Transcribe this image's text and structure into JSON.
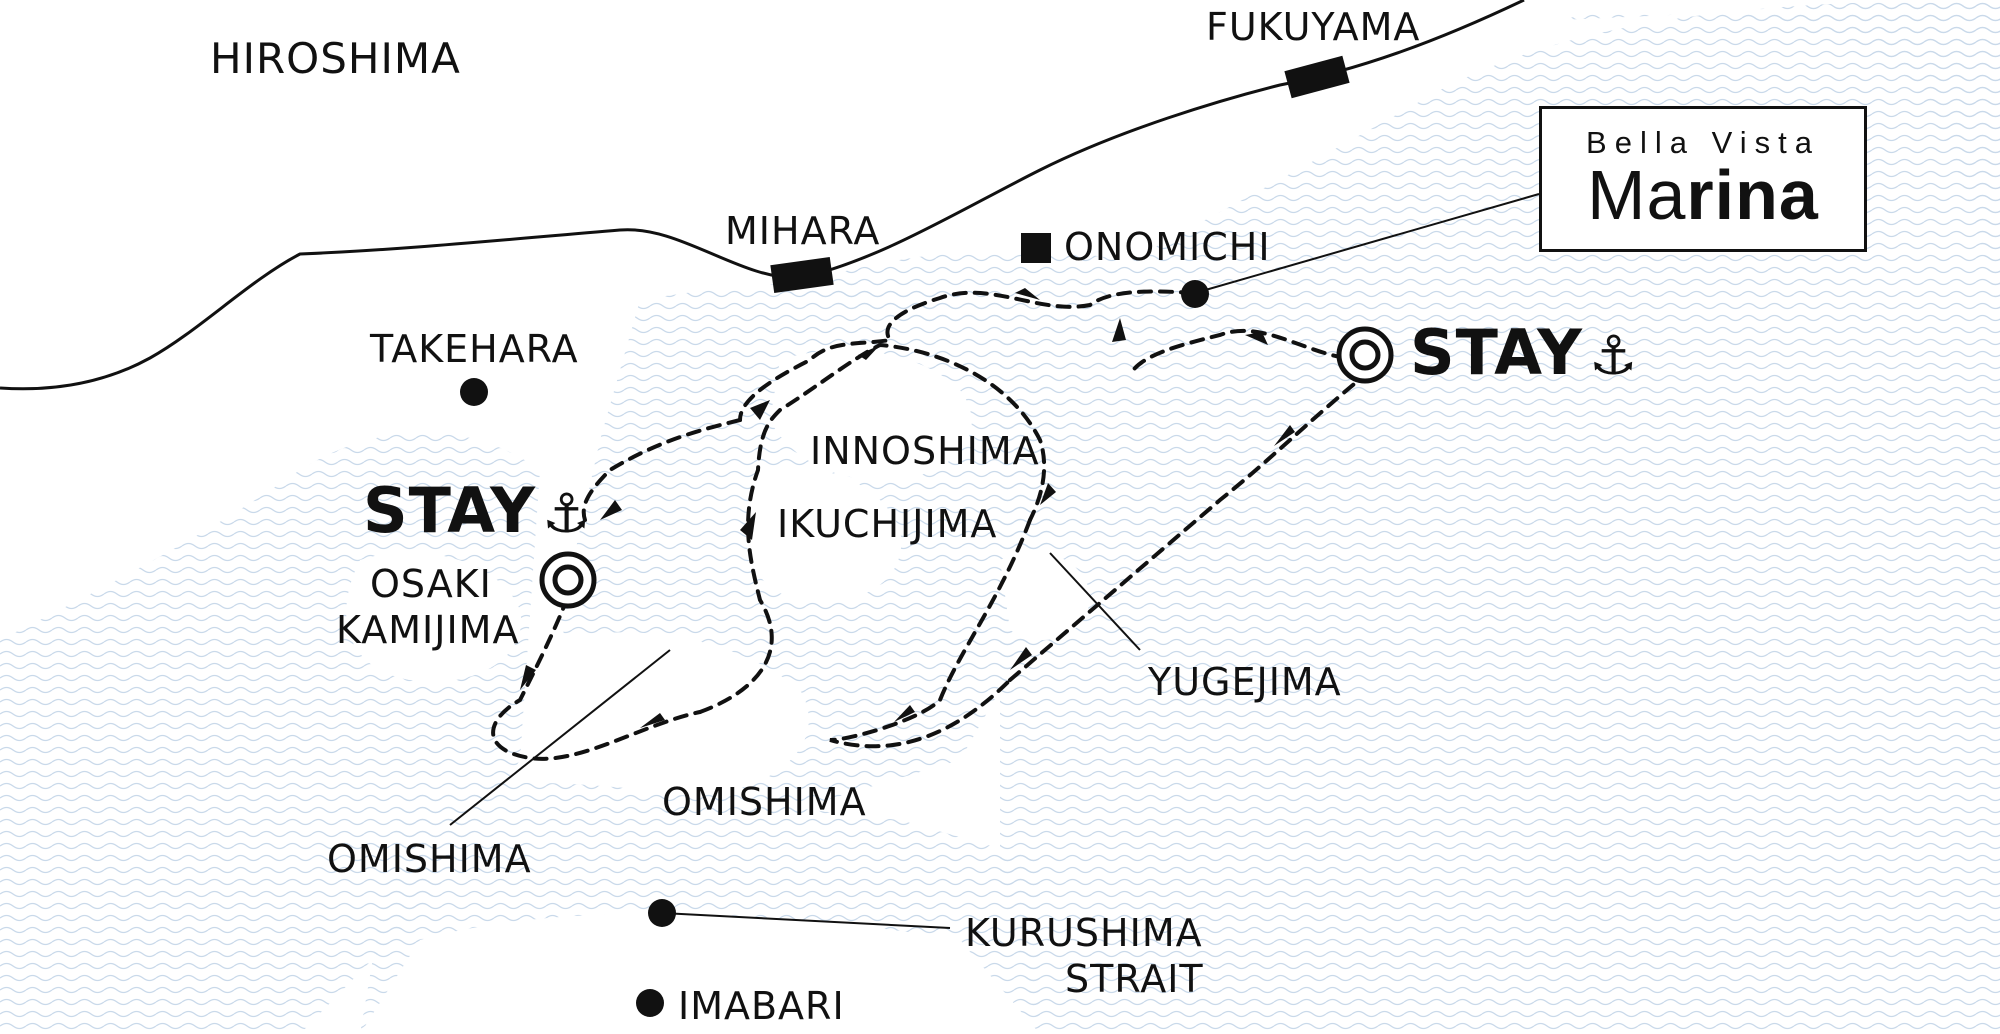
{
  "logo": {
    "line1": "Bella Vista",
    "line2_a": "Ma",
    "line2_b": "rina"
  },
  "labels": {
    "hiroshima": "HIROSHIMA",
    "fukuyama": "FUKUYAMA",
    "mihara": "MIHARA",
    "onomichi": "ONOMICHI",
    "takehara": "TAKEHARA",
    "innoshima": "INNOSHIMA",
    "ikuchijima": "IKUCHIJIMA",
    "osaki_kamijima_1": "OSAKI",
    "osaki_kamijima_2": "KAMIJIMA",
    "yugejima": "YUGEJIMA",
    "omishima_center": "OMISHIMA",
    "omishima_left": "OMISHIMA",
    "kurushima_1": "KURUSHIMA",
    "kurushima_2": "STRAIT",
    "imabari": "IMABARI"
  },
  "stays": {
    "east": {
      "text": "STAY",
      "icon": "anchor-icon",
      "glyph": "⚓"
    },
    "west": {
      "text": "STAY",
      "icon": "anchor-icon",
      "glyph": "⚓"
    }
  },
  "colors": {
    "sea": "#dce7f2",
    "route": "#111111",
    "land": "#ffffff"
  }
}
